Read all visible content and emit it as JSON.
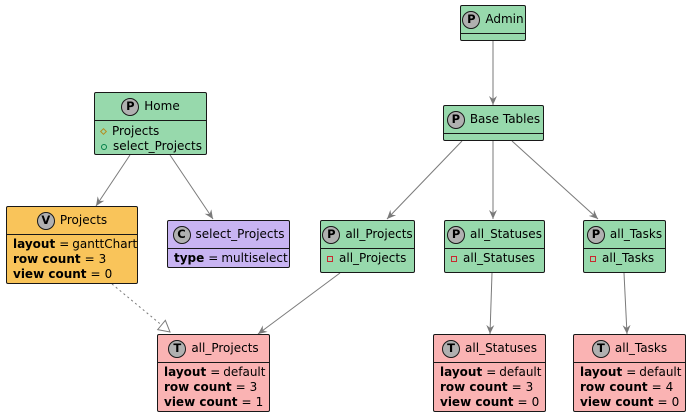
{
  "colors": {
    "page": "#97d9ac",
    "view": "#f9c45a",
    "component": "#c8b4f2",
    "table": "#fab3b3",
    "edge": "#7a7a7a",
    "border": "#181818"
  },
  "nodes": {
    "admin": {
      "badge": "P",
      "name": "Admin"
    },
    "home": {
      "badge": "P",
      "name": "Home",
      "items": [
        {
          "marker": "diamond-icon",
          "label": "Projects"
        },
        {
          "marker": "circle-icon",
          "label": "select_Projects"
        }
      ]
    },
    "base_tables": {
      "badge": "P",
      "name": "Base Tables"
    },
    "projects_view": {
      "badge": "V",
      "name": "Projects",
      "props": [
        {
          "key": "layout",
          "op": "=",
          "value": "ganttChart"
        },
        {
          "key": "row count",
          "op": "=",
          "value": "3"
        },
        {
          "key": "view count",
          "op": "=",
          "value": "0"
        }
      ]
    },
    "select_projects": {
      "badge": "C",
      "name": "select_Projects",
      "props": [
        {
          "key": "type",
          "op": "=",
          "value": "multiselect"
        }
      ]
    },
    "all_projects_page": {
      "badge": "P",
      "name": "all_Projects",
      "items": [
        {
          "marker": "square-icon",
          "label": "all_Projects"
        }
      ]
    },
    "all_statuses_page": {
      "badge": "P",
      "name": "all_Statuses",
      "items": [
        {
          "marker": "square-icon",
          "label": "all_Statuses"
        }
      ]
    },
    "all_tasks_page": {
      "badge": "P",
      "name": "all_Tasks",
      "items": [
        {
          "marker": "square-icon",
          "label": "all_Tasks"
        }
      ]
    },
    "all_projects_table": {
      "badge": "T",
      "name": "all_Projects",
      "props": [
        {
          "key": "layout",
          "op": "=",
          "value": "default"
        },
        {
          "key": "row count",
          "op": "=",
          "value": "3"
        },
        {
          "key": "view count",
          "op": "=",
          "value": "1"
        }
      ]
    },
    "all_statuses_table": {
      "badge": "T",
      "name": "all_Statuses",
      "props": [
        {
          "key": "layout",
          "op": "=",
          "value": "default"
        },
        {
          "key": "row count",
          "op": "=",
          "value": "3"
        },
        {
          "key": "view count",
          "op": "=",
          "value": "0"
        }
      ]
    },
    "all_tasks_table": {
      "badge": "T",
      "name": "all_Tasks",
      "props": [
        {
          "key": "layout",
          "op": "=",
          "value": "default"
        },
        {
          "key": "row count",
          "op": "=",
          "value": "4"
        },
        {
          "key": "view count",
          "op": "=",
          "value": "0"
        }
      ]
    }
  },
  "edges": [
    {
      "from": "admin",
      "to": "base_tables",
      "style": "solid"
    },
    {
      "from": "home",
      "to": "projects_view",
      "style": "solid"
    },
    {
      "from": "home",
      "to": "select_projects",
      "style": "solid"
    },
    {
      "from": "base_tables",
      "to": "all_projects_page",
      "style": "solid"
    },
    {
      "from": "base_tables",
      "to": "all_statuses_page",
      "style": "solid"
    },
    {
      "from": "base_tables",
      "to": "all_tasks_page",
      "style": "solid"
    },
    {
      "from": "all_projects_page",
      "to": "all_projects_table",
      "style": "solid"
    },
    {
      "from": "all_statuses_page",
      "to": "all_statuses_table",
      "style": "solid"
    },
    {
      "from": "all_tasks_page",
      "to": "all_tasks_table",
      "style": "solid"
    },
    {
      "from": "projects_view",
      "to": "all_projects_table",
      "style": "dotted-hollow"
    }
  ]
}
